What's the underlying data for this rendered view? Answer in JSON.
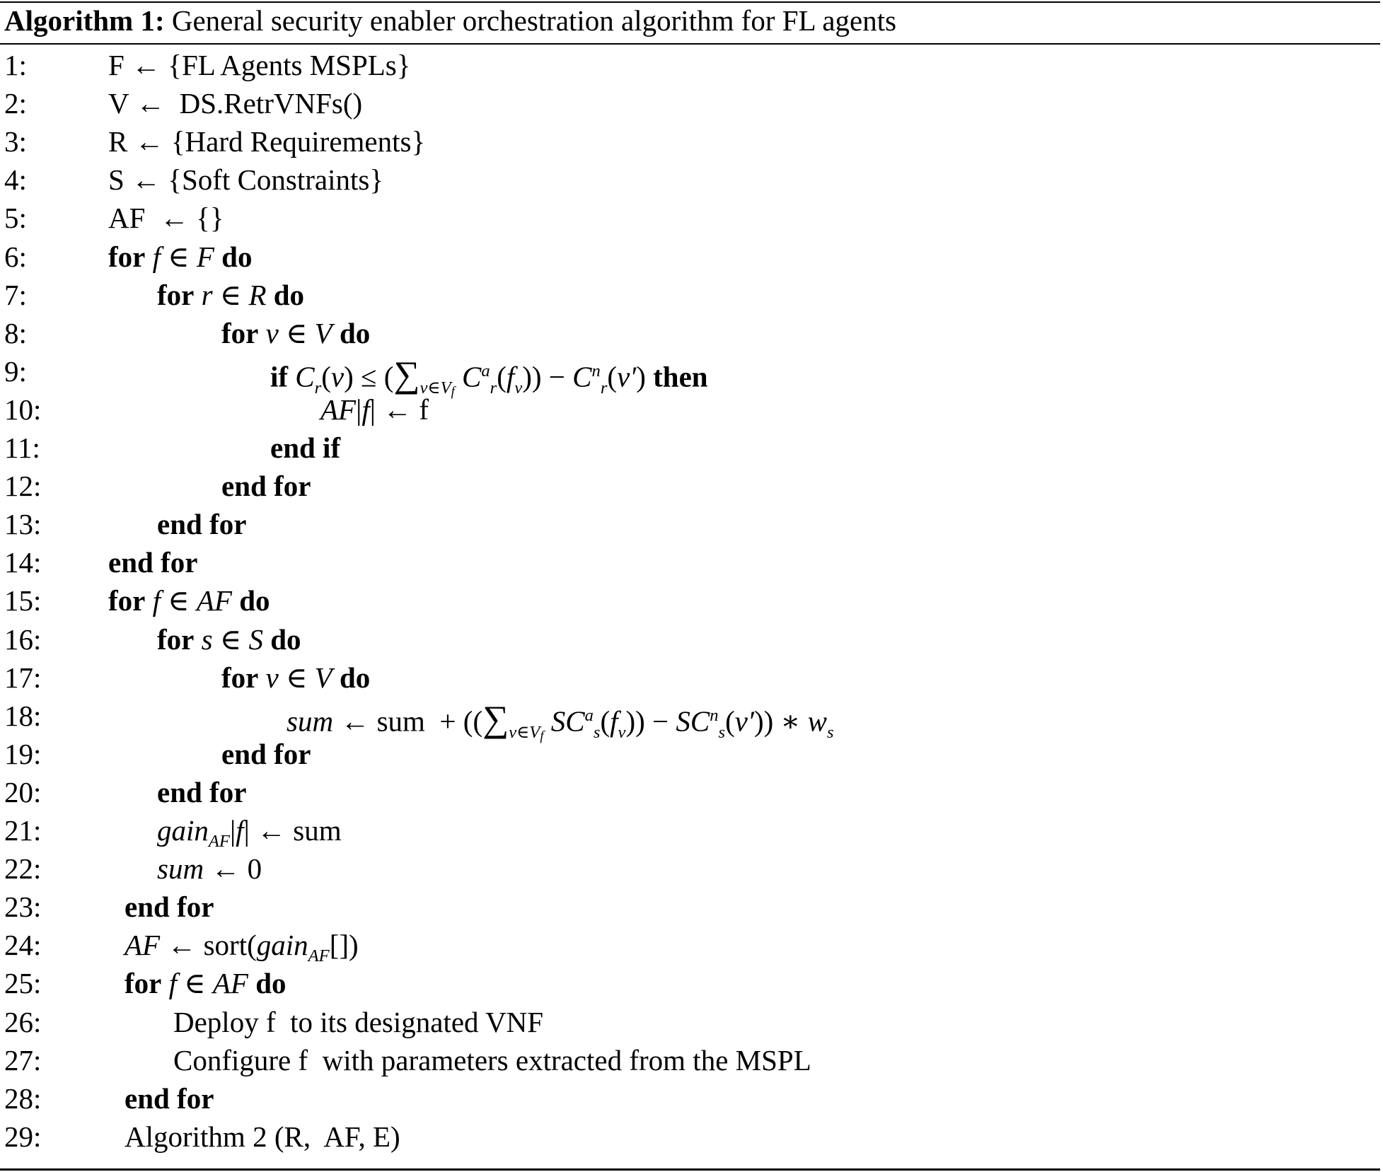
{
  "caption": {
    "label": "Algorithm 1:",
    "text": " General security enabler orchestration algorithm for FL agents"
  },
  "lines": [
    {
      "num": "1:",
      "indent": 153,
      "parts": [
        {
          "t": "F ← {FL Agents MSPLs}"
        }
      ]
    },
    {
      "num": "2:",
      "indent": 153,
      "parts": [
        {
          "t": "V ←  DS.RetrVNFs()"
        }
      ]
    },
    {
      "num": "3:",
      "indent": 153,
      "parts": [
        {
          "t": "R ← {Hard Requirements}"
        }
      ]
    },
    {
      "num": "4:",
      "indent": 153,
      "parts": [
        {
          "t": "S ← {Soft Constraints}"
        }
      ]
    },
    {
      "num": "5:",
      "indent": 153,
      "parts": [
        {
          "t": "AF  ← {}"
        }
      ]
    },
    {
      "num": "6:",
      "indent": 153,
      "parts": [
        {
          "t": "for",
          "s": "kw"
        },
        {
          "t": " "
        },
        {
          "t": "f",
          "s": "it"
        },
        {
          "t": " ∈ "
        },
        {
          "t": "F",
          "s": "it"
        },
        {
          "t": " "
        },
        {
          "t": "do",
          "s": "kw"
        }
      ]
    },
    {
      "num": "7:",
      "indent": 222,
      "parts": [
        {
          "t": "for",
          "s": "kw"
        },
        {
          "t": " "
        },
        {
          "t": "r",
          "s": "it"
        },
        {
          "t": " ∈ "
        },
        {
          "t": "R",
          "s": "it"
        },
        {
          "t": " "
        },
        {
          "t": "do",
          "s": "kw"
        }
      ]
    },
    {
      "num": "8:",
      "indent": 313,
      "parts": [
        {
          "t": "for",
          "s": "kw"
        },
        {
          "t": " "
        },
        {
          "t": "v",
          "s": "it"
        },
        {
          "t": " ∈ "
        },
        {
          "t": "V",
          "s": "it"
        },
        {
          "t": " "
        },
        {
          "t": "do",
          "s": "kw"
        }
      ]
    },
    {
      "num": "9:",
      "indent": 382,
      "parts": [
        {
          "t": "if",
          "s": "kw"
        },
        {
          "t": " "
        },
        {
          "t": "C",
          "s": "it"
        },
        {
          "t": "r",
          "s": "sub"
        },
        {
          "t": "("
        },
        {
          "t": "v",
          "s": "it"
        },
        {
          "t": ") ≤ ("
        },
        {
          "t": "∑",
          "s": "sumsym"
        },
        {
          "t": "v∈V",
          "s": "sub"
        },
        {
          "t": "f",
          "s": "subsub"
        },
        {
          "t": " "
        },
        {
          "t": "C",
          "s": "it"
        },
        {
          "t": "a",
          "s": "sup"
        },
        {
          "t": "r",
          "s": "sub"
        },
        {
          "t": "("
        },
        {
          "t": "f",
          "s": "it"
        },
        {
          "t": "v",
          "s": "sub"
        },
        {
          "t": ")) − "
        },
        {
          "t": "C",
          "s": "it"
        },
        {
          "t": "n",
          "s": "sup"
        },
        {
          "t": "r",
          "s": "sub"
        },
        {
          "t": "("
        },
        {
          "t": "v′",
          "s": "it"
        },
        {
          "t": ") "
        },
        {
          "t": "then",
          "s": "kw"
        }
      ]
    },
    {
      "num": "10:",
      "indent": 453,
      "parts": [
        {
          "t": "AF",
          "s": "it"
        },
        {
          "t": "|"
        },
        {
          "t": "f",
          "s": "it"
        },
        {
          "t": "| ← f"
        }
      ]
    },
    {
      "num": "11:",
      "indent": 382,
      "parts": [
        {
          "t": "end if",
          "s": "kw"
        }
      ]
    },
    {
      "num": "12:",
      "indent": 313,
      "parts": [
        {
          "t": "end for",
          "s": "kw"
        }
      ]
    },
    {
      "num": "13:",
      "indent": 222,
      "parts": [
        {
          "t": "end for",
          "s": "kw"
        }
      ]
    },
    {
      "num": "14:",
      "indent": 153,
      "parts": [
        {
          "t": "end for",
          "s": "kw"
        }
      ]
    },
    {
      "num": "15:",
      "indent": 153,
      "parts": [
        {
          "t": "for",
          "s": "kw"
        },
        {
          "t": " "
        },
        {
          "t": "f",
          "s": "it"
        },
        {
          "t": " ∈ "
        },
        {
          "t": "AF",
          "s": "it"
        },
        {
          "t": " "
        },
        {
          "t": "do",
          "s": "kw"
        }
      ]
    },
    {
      "num": "16:",
      "indent": 222,
      "parts": [
        {
          "t": "for",
          "s": "kw"
        },
        {
          "t": " "
        },
        {
          "t": "s",
          "s": "it"
        },
        {
          "t": " ∈ "
        },
        {
          "t": "S",
          "s": "it"
        },
        {
          "t": " "
        },
        {
          "t": "do",
          "s": "kw"
        }
      ]
    },
    {
      "num": "17:",
      "indent": 313,
      "parts": [
        {
          "t": "for",
          "s": "kw"
        },
        {
          "t": " "
        },
        {
          "t": "v",
          "s": "it"
        },
        {
          "t": " ∈ "
        },
        {
          "t": "V",
          "s": "it"
        },
        {
          "t": " "
        },
        {
          "t": "do",
          "s": "kw"
        }
      ]
    },
    {
      "num": "18:",
      "indent": 405,
      "parts": [
        {
          "t": "sum",
          "s": "it"
        },
        {
          "t": " ← sum  + (("
        },
        {
          "t": "∑",
          "s": "sumsym"
        },
        {
          "t": "v∈V",
          "s": "sub"
        },
        {
          "t": "f",
          "s": "subsub"
        },
        {
          "t": " "
        },
        {
          "t": "SC",
          "s": "it"
        },
        {
          "t": "a",
          "s": "sup"
        },
        {
          "t": "s",
          "s": "sub"
        },
        {
          "t": "("
        },
        {
          "t": "f",
          "s": "it"
        },
        {
          "t": "v",
          "s": "sub"
        },
        {
          "t": ")) − "
        },
        {
          "t": "SC",
          "s": "it"
        },
        {
          "t": "n",
          "s": "sup"
        },
        {
          "t": "s",
          "s": "sub"
        },
        {
          "t": "("
        },
        {
          "t": "v′",
          "s": "it"
        },
        {
          "t": ")) ∗ "
        },
        {
          "t": "w",
          "s": "it"
        },
        {
          "t": "s",
          "s": "sub"
        }
      ]
    },
    {
      "num": "19:",
      "indent": 313,
      "parts": [
        {
          "t": "end for",
          "s": "kw"
        }
      ]
    },
    {
      "num": "20:",
      "indent": 222,
      "parts": [
        {
          "t": "end for",
          "s": "kw"
        }
      ]
    },
    {
      "num": "21:",
      "indent": 222,
      "parts": [
        {
          "t": "gain",
          "s": "it"
        },
        {
          "t": "AF",
          "s": "sub"
        },
        {
          "t": "|"
        },
        {
          "t": "f",
          "s": "it"
        },
        {
          "t": "| ← sum"
        }
      ]
    },
    {
      "num": "22:",
      "indent": 222,
      "parts": [
        {
          "t": "sum",
          "s": "it"
        },
        {
          "t": " ← 0"
        }
      ]
    },
    {
      "num": "23:",
      "indent": 176,
      "parts": [
        {
          "t": "end for",
          "s": "kw"
        }
      ]
    },
    {
      "num": "24:",
      "indent": 176,
      "parts": [
        {
          "t": "AF",
          "s": "it"
        },
        {
          "t": " ← sort("
        },
        {
          "t": "gain",
          "s": "it"
        },
        {
          "t": "AF",
          "s": "sub"
        },
        {
          "t": "[])"
        }
      ]
    },
    {
      "num": "25:",
      "indent": 176,
      "parts": [
        {
          "t": "for",
          "s": "kw"
        },
        {
          "t": " "
        },
        {
          "t": "f",
          "s": "it"
        },
        {
          "t": " ∈ "
        },
        {
          "t": "AF",
          "s": "it"
        },
        {
          "t": " "
        },
        {
          "t": "do",
          "s": "kw"
        }
      ]
    },
    {
      "num": "26:",
      "indent": 245,
      "parts": [
        {
          "t": "Deploy f  to its designated VNF"
        }
      ]
    },
    {
      "num": "27:",
      "indent": 245,
      "parts": [
        {
          "t": "Configure f  with parameters extracted from the MSPL"
        }
      ]
    },
    {
      "num": "28:",
      "indent": 176,
      "parts": [
        {
          "t": "end for",
          "s": "kw"
        }
      ]
    },
    {
      "num": "29:",
      "indent": 176,
      "parts": [
        {
          "t": "Algorithm 2 (R,  AF, E)"
        }
      ]
    }
  ]
}
